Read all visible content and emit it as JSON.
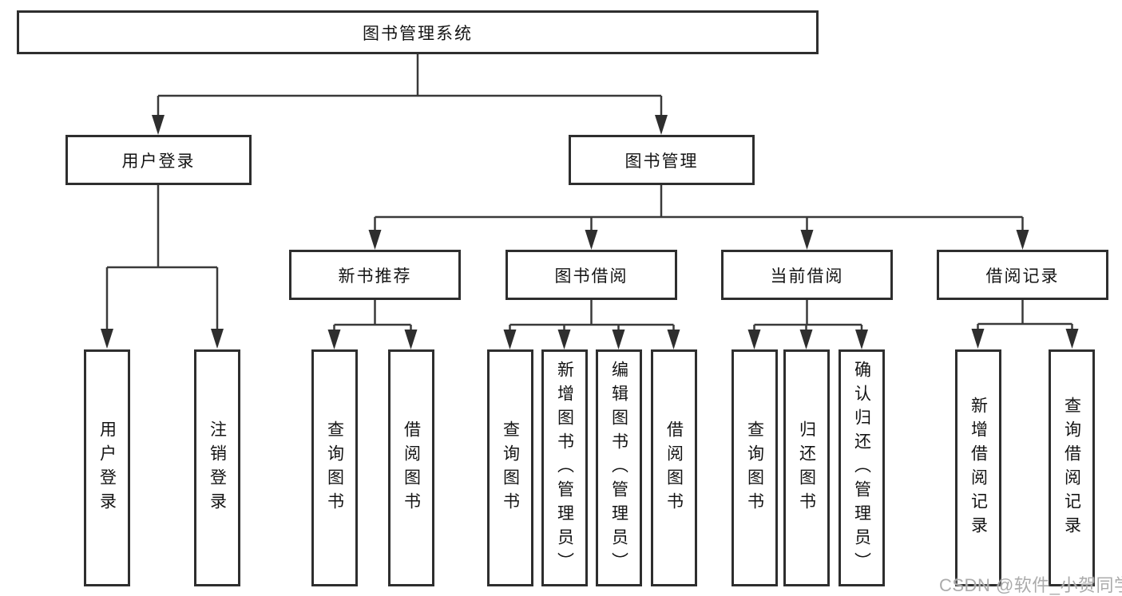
{
  "diagram": {
    "root": {
      "label": "图书管理系统"
    },
    "user_login": {
      "label": "用户登录",
      "children": [
        "用户登录",
        "注销登录"
      ]
    },
    "book_mgmt": {
      "label": "图书管理"
    },
    "branches": [
      {
        "label": "新书推荐",
        "children": [
          "查询图书",
          "借阅图书"
        ]
      },
      {
        "label": "图书借阅",
        "children": [
          "查询图书",
          "新增图书（管理员）",
          "编辑图书（管理员）",
          "借阅图书"
        ]
      },
      {
        "label": "当前借阅",
        "children": [
          "查询图书",
          "归还图书",
          "确认归还（管理员）"
        ]
      },
      {
        "label": "借阅记录",
        "children": [
          "新增借阅记录",
          "查询借阅记录"
        ]
      }
    ],
    "colors": {
      "line": "#3a3a3a",
      "box_border": "#2e2e2e",
      "text": "#141414",
      "background": "#ffffff",
      "watermark": "#ababab"
    }
  },
  "watermark": {
    "text": "CSDN @软件_小贺同学"
  }
}
